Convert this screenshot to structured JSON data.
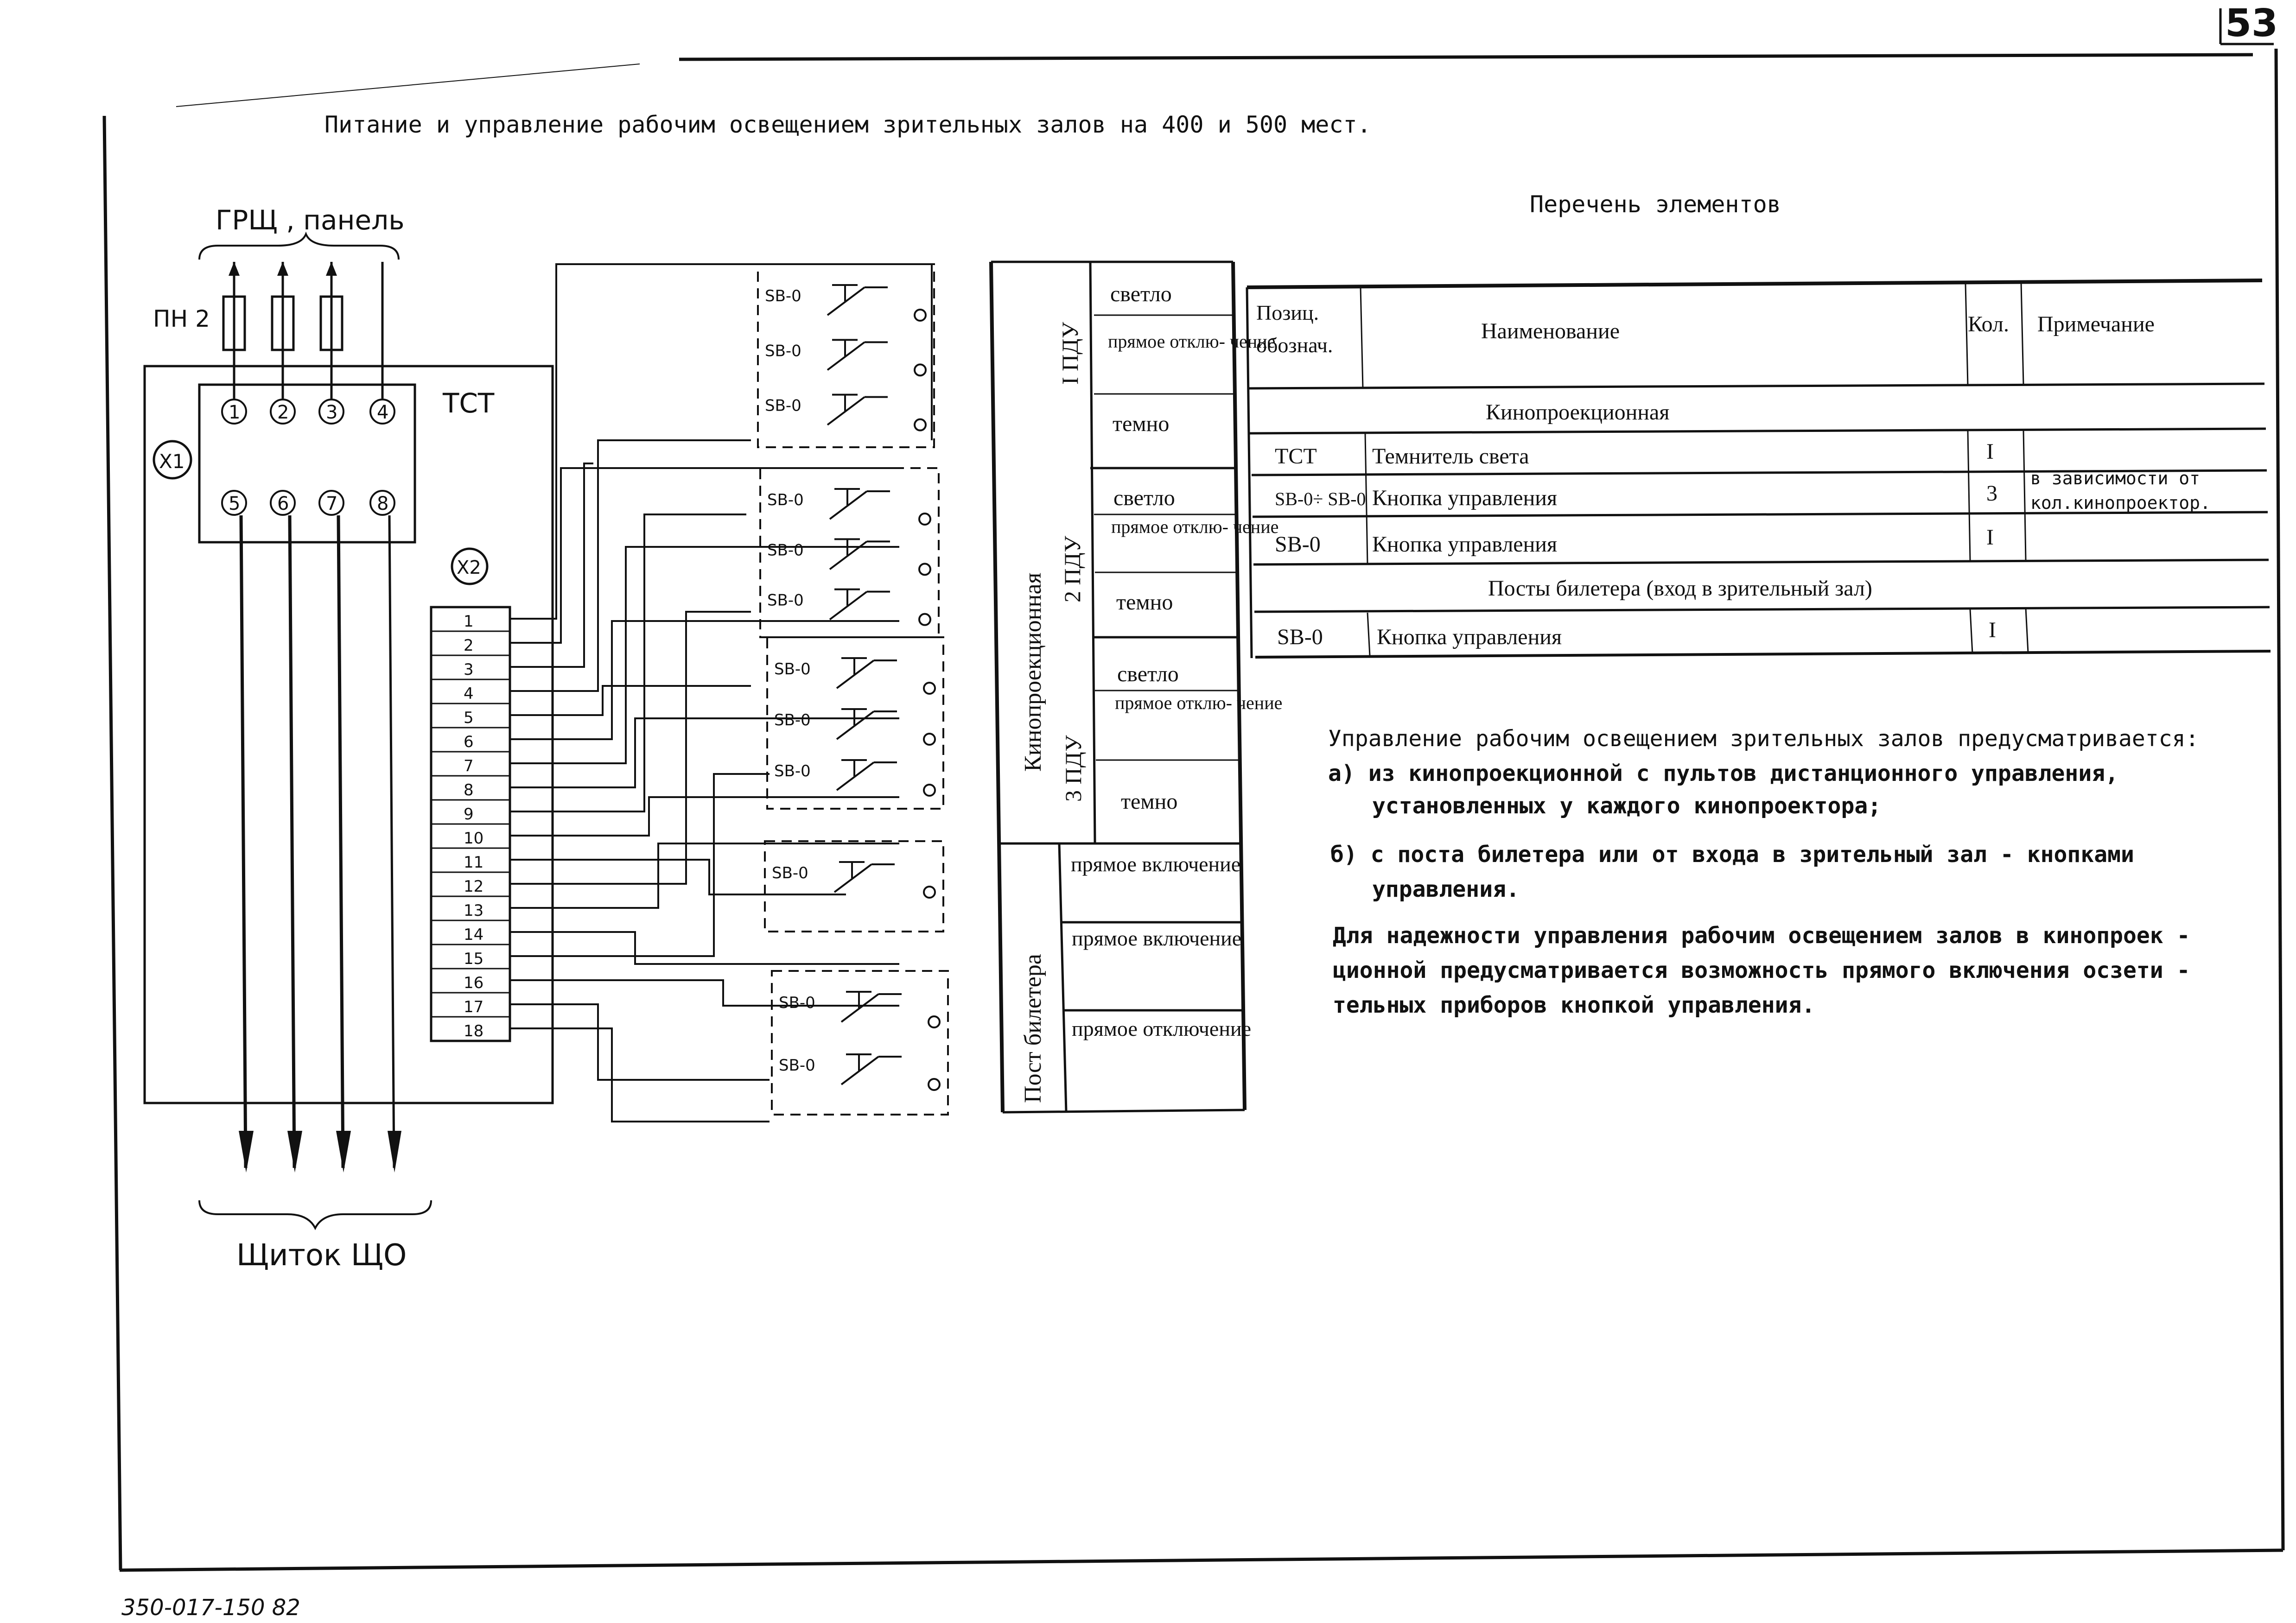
{
  "page_number": "53",
  "title": "Питание и управление рабочим освещением зрительных залов на 400 и 500 мест.",
  "schematic": {
    "source_label": "ГРЩ , панель",
    "fuse_label": "ПН 2",
    "device_label": "ТСТ",
    "connector_x1": "X1",
    "connector_x2": "X2",
    "input_terminals": [
      "1",
      "2",
      "3",
      "4"
    ],
    "output_terminals": [
      "5",
      "6",
      "7",
      "8"
    ],
    "x2_terminals": [
      "1",
      "2",
      "3",
      "4",
      "5",
      "6",
      "7",
      "8",
      "9",
      "10",
      "11",
      "12",
      "13",
      "14",
      "15",
      "16",
      "17",
      "18"
    ],
    "button_label": "SB-0",
    "destination_label": "Щиток  ЩО",
    "stamp": "350-017-150 82"
  },
  "control_table": {
    "group_kino": "Кинопроекционная",
    "group_post": "Пост билетера",
    "pdu": [
      {
        "label": "I ПДУ",
        "rows": [
          "светло",
          "прямое отклю- чение",
          "темно"
        ]
      },
      {
        "label": "2 ПДУ",
        "rows": [
          "светло",
          "прямое отклю- чение",
          "темно"
        ]
      },
      {
        "label": "3 ПДУ",
        "rows": [
          "светло",
          "прямое отклю- чение",
          "темно"
        ]
      }
    ],
    "post_rows": [
      "прямое включение",
      "прямое включение",
      "прямое отключение"
    ]
  },
  "elements_list": {
    "title": "Перечень  элементов",
    "headers": [
      "Позиц. обознач.",
      "Наименование",
      "Кол.",
      "Примечание"
    ],
    "section_1": "Кинопроекционная",
    "rows_1": [
      {
        "pos": "ТСТ",
        "name": "Темнитель света",
        "qty": "I",
        "note": ""
      },
      {
        "pos": "SB-0÷ SB-0",
        "name": "Кнопка управления",
        "qty": "3",
        "note": "в зависимости от кол.кинопроектор."
      },
      {
        "pos": "SB-0",
        "name": "Кнопка управления",
        "qty": "I",
        "note": ""
      }
    ],
    "section_2": "Посты билетера (вход в зрительный зал)",
    "rows_2": [
      {
        "pos": "SB-0",
        "name": "Кнопка управления",
        "qty": "I",
        "note": ""
      }
    ]
  },
  "notes": {
    "intro": "Управление рабочим освещением зрительных залов предусматривается:",
    "item_a_1": "а) из кинопроекционной с пультов дистанционного управления,",
    "item_a_2": "установленных у каждого кинопроектора;",
    "item_b_1": "б) с поста билетера или от входа в зрительный зал - кнопками",
    "item_b_2": "управления.",
    "para_1": "Для надежности управления рабочим освещением залов в кинопроек -",
    "para_2": "ционной предусматривается возможность прямого включения осзети -",
    "para_3": "тельных приборов кнопкой управления."
  }
}
